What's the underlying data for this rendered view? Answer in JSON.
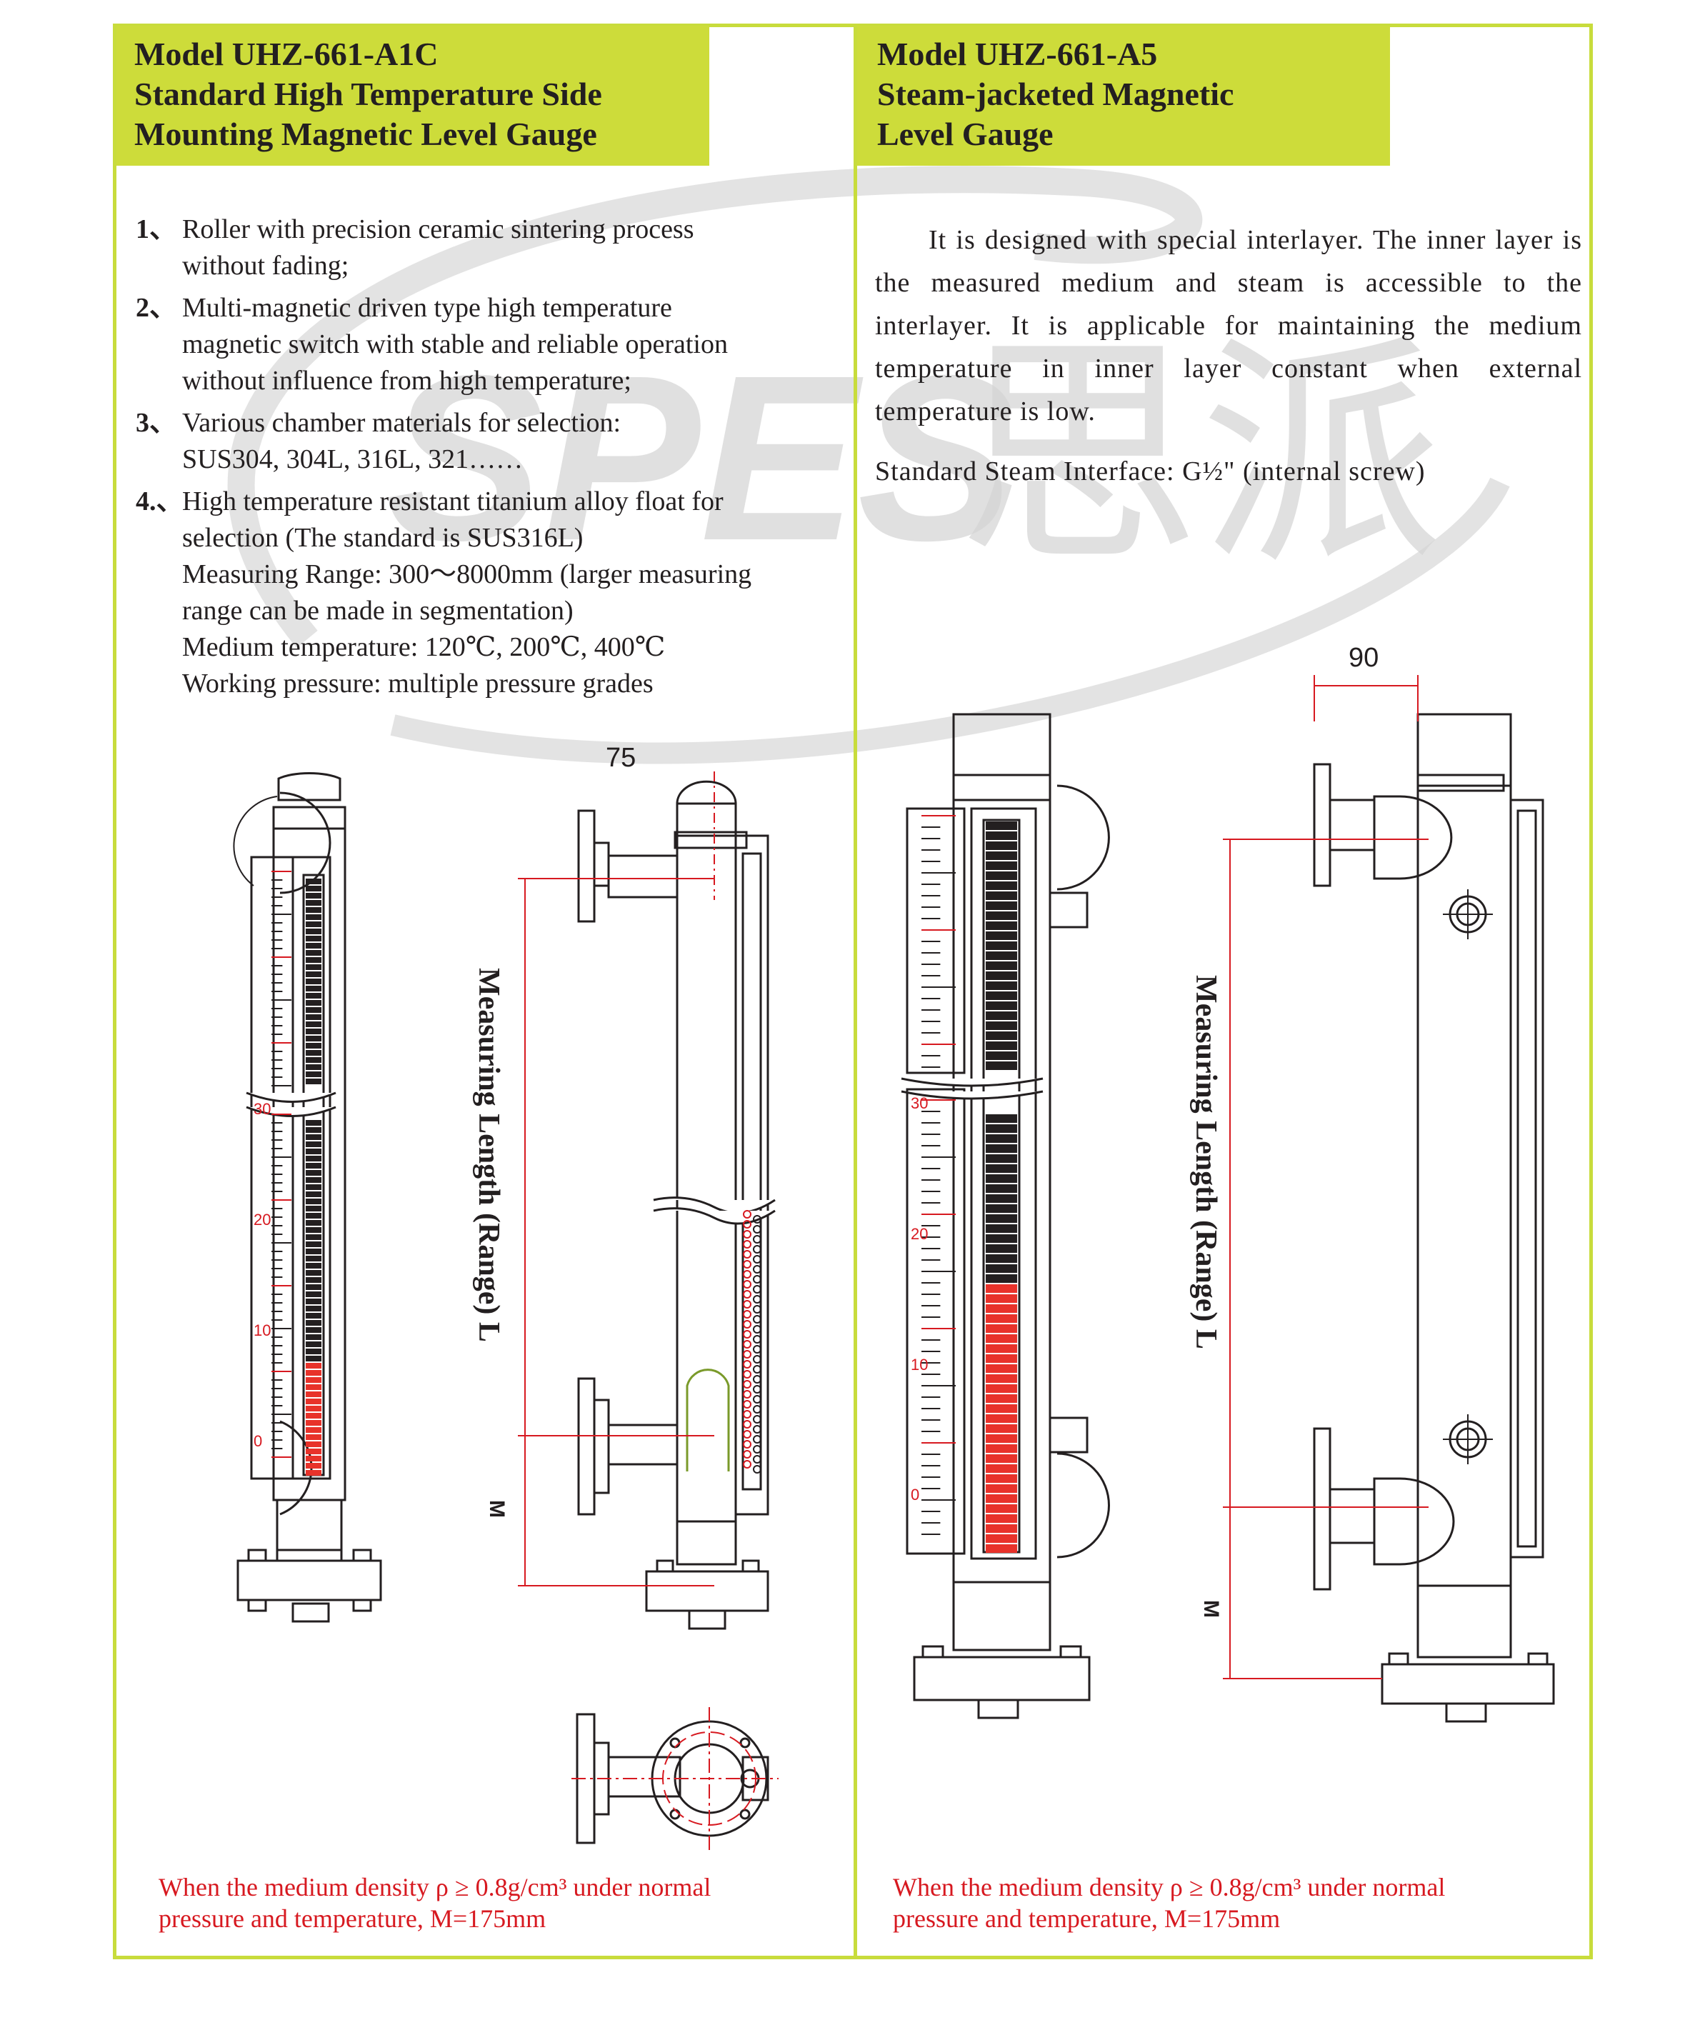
{
  "watermark": {
    "latin": "SPES",
    "chinese": "思派"
  },
  "a1c": {
    "header": [
      "Model UHZ-661-A1C",
      "Standard High Temperature Side",
      "Mounting Magnetic Level Gauge"
    ],
    "items": [
      {
        "num": "1、",
        "lines": [
          "Roller with precision ceramic sintering process",
          "without fading;"
        ]
      },
      {
        "num": "2、",
        "lines": [
          "Multi-magnetic driven type high temperature",
          "magnetic switch with stable and reliable operation",
          "without influence from high temperature;"
        ]
      },
      {
        "num": "3、",
        "lines": [
          "Various chamber materials for selection:",
          "SUS304, 304L, 316L, 321……"
        ]
      },
      {
        "num": "4.、",
        "lines": [
          "High temperature resistant titanium alloy float for",
          "selection (The standard is SUS316L)",
          "Measuring Range: 300～8000mm (larger measuring",
          "range can be made in segmentation)",
          "Medium temperature: 120℃, 200℃, 400℃",
          "Working pressure: multiple pressure grades"
        ]
      }
    ],
    "dim_width": "75",
    "dim_length_label": "Measuring Length (Range) L",
    "dim_m": "M",
    "scale_labels": [
      "30",
      "20",
      "10",
      "0"
    ],
    "note": [
      "When the medium density ρ ≥ 0.8g/cm³ under normal",
      "pressure and temperature, M=175mm"
    ]
  },
  "a5": {
    "header": [
      "Model UHZ-661-A5",
      "Steam-jacketed Magnetic",
      "Level Gauge"
    ],
    "description": "It is designed with special interlayer. The inner layer is the measured medium and steam is accessible to the interlayer. It is applicable for maintaining the medium temperature in inner layer constant when external temperature is low.",
    "steam_interface": "Standard Steam Interface: G½\" (internal screw)",
    "dim_width": "90",
    "dim_length_label": "Measuring Length (Range) L",
    "dim_m": "M",
    "scale_labels": [
      "30",
      "20",
      "10",
      "0"
    ],
    "note": [
      "When the medium density ρ ≥ 0.8g/cm³ under normal",
      "pressure and temperature, M=175mm"
    ]
  },
  "colors": {
    "frame": "#c8dc3c",
    "header_bg": "#cddc3a",
    "note": "#d71920",
    "float_red": "#e8322a",
    "float_black": "#231f20"
  }
}
